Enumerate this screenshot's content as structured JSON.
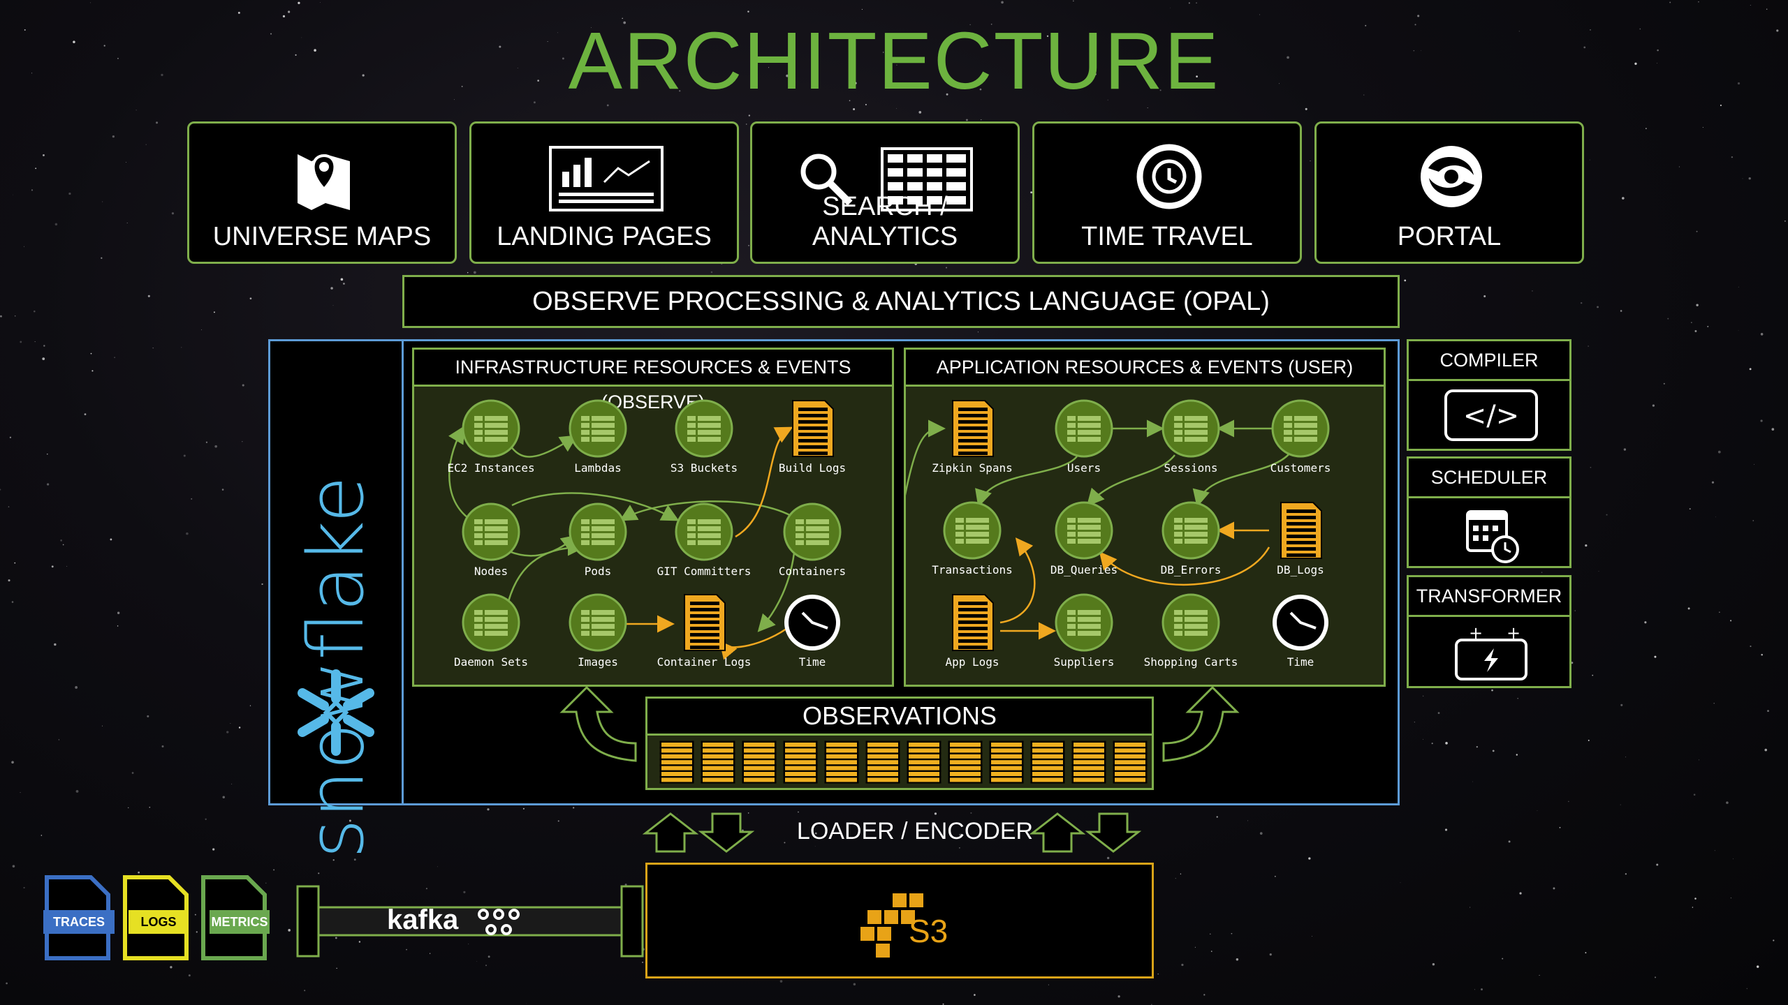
{
  "title": "ARCHITECTURE",
  "top_boxes": [
    {
      "label": "UNIVERSE MAPS",
      "icon": "map-pin-icon"
    },
    {
      "label": "LANDING PAGES",
      "icon": "dashboard-chart-icon"
    },
    {
      "label": "SEARCH / ANALYTICS",
      "icon": "search-table-icon"
    },
    {
      "label": "TIME TRAVEL",
      "icon": "history-clock-icon"
    },
    {
      "label": "PORTAL",
      "icon": "portal-swirl-icon"
    }
  ],
  "opal_label": "OBSERVE PROCESSING & ANALYTICS LANGUAGE (OPAL)",
  "snowflake_label": "snowflake",
  "infra_panel": {
    "title": "INFRASTRUCTURE RESOURCES & EVENTS (OBSERVE)",
    "nodes": [
      "EC2 Instances",
      "Lambdas",
      "S3 Buckets",
      "Build Logs",
      "Nodes",
      "Pods",
      "GIT Committers",
      "Containers",
      "Daemon Sets",
      "Images",
      "Container Logs",
      "Time"
    ]
  },
  "app_panel": {
    "title": "APPLICATION RESOURCES & EVENTS (USER)",
    "nodes": [
      "Zipkin Spans",
      "Users",
      "Sessions",
      "Customers",
      "Transactions",
      "DB_Queries",
      "DB_Errors",
      "DB_Logs",
      "App Logs",
      "Suppliers",
      "Shopping Carts",
      "Time"
    ]
  },
  "side_boxes": [
    {
      "label": "COMPILER",
      "icon": "code-icon"
    },
    {
      "label": "SCHEDULER",
      "icon": "calendar-clock-icon"
    },
    {
      "label": "TRANSFORMER",
      "icon": "battery-icon"
    }
  ],
  "observations_label": "OBSERVATIONS",
  "loader_label": "LOADER / ENCODER",
  "s3_label": "S3",
  "kafka_label": "kafka",
  "sources": [
    {
      "label": "TRACES",
      "color": "#3b6fc4"
    },
    {
      "label": "LOGS",
      "color": "#e6e023"
    },
    {
      "label": "METRICS",
      "color": "#6aa84f"
    }
  ],
  "colors": {
    "green": "#7fae4b",
    "blue": "#5d9bd6",
    "orange": "#d9a318",
    "title": "#6db33f",
    "snowflake": "#56b9e8"
  }
}
